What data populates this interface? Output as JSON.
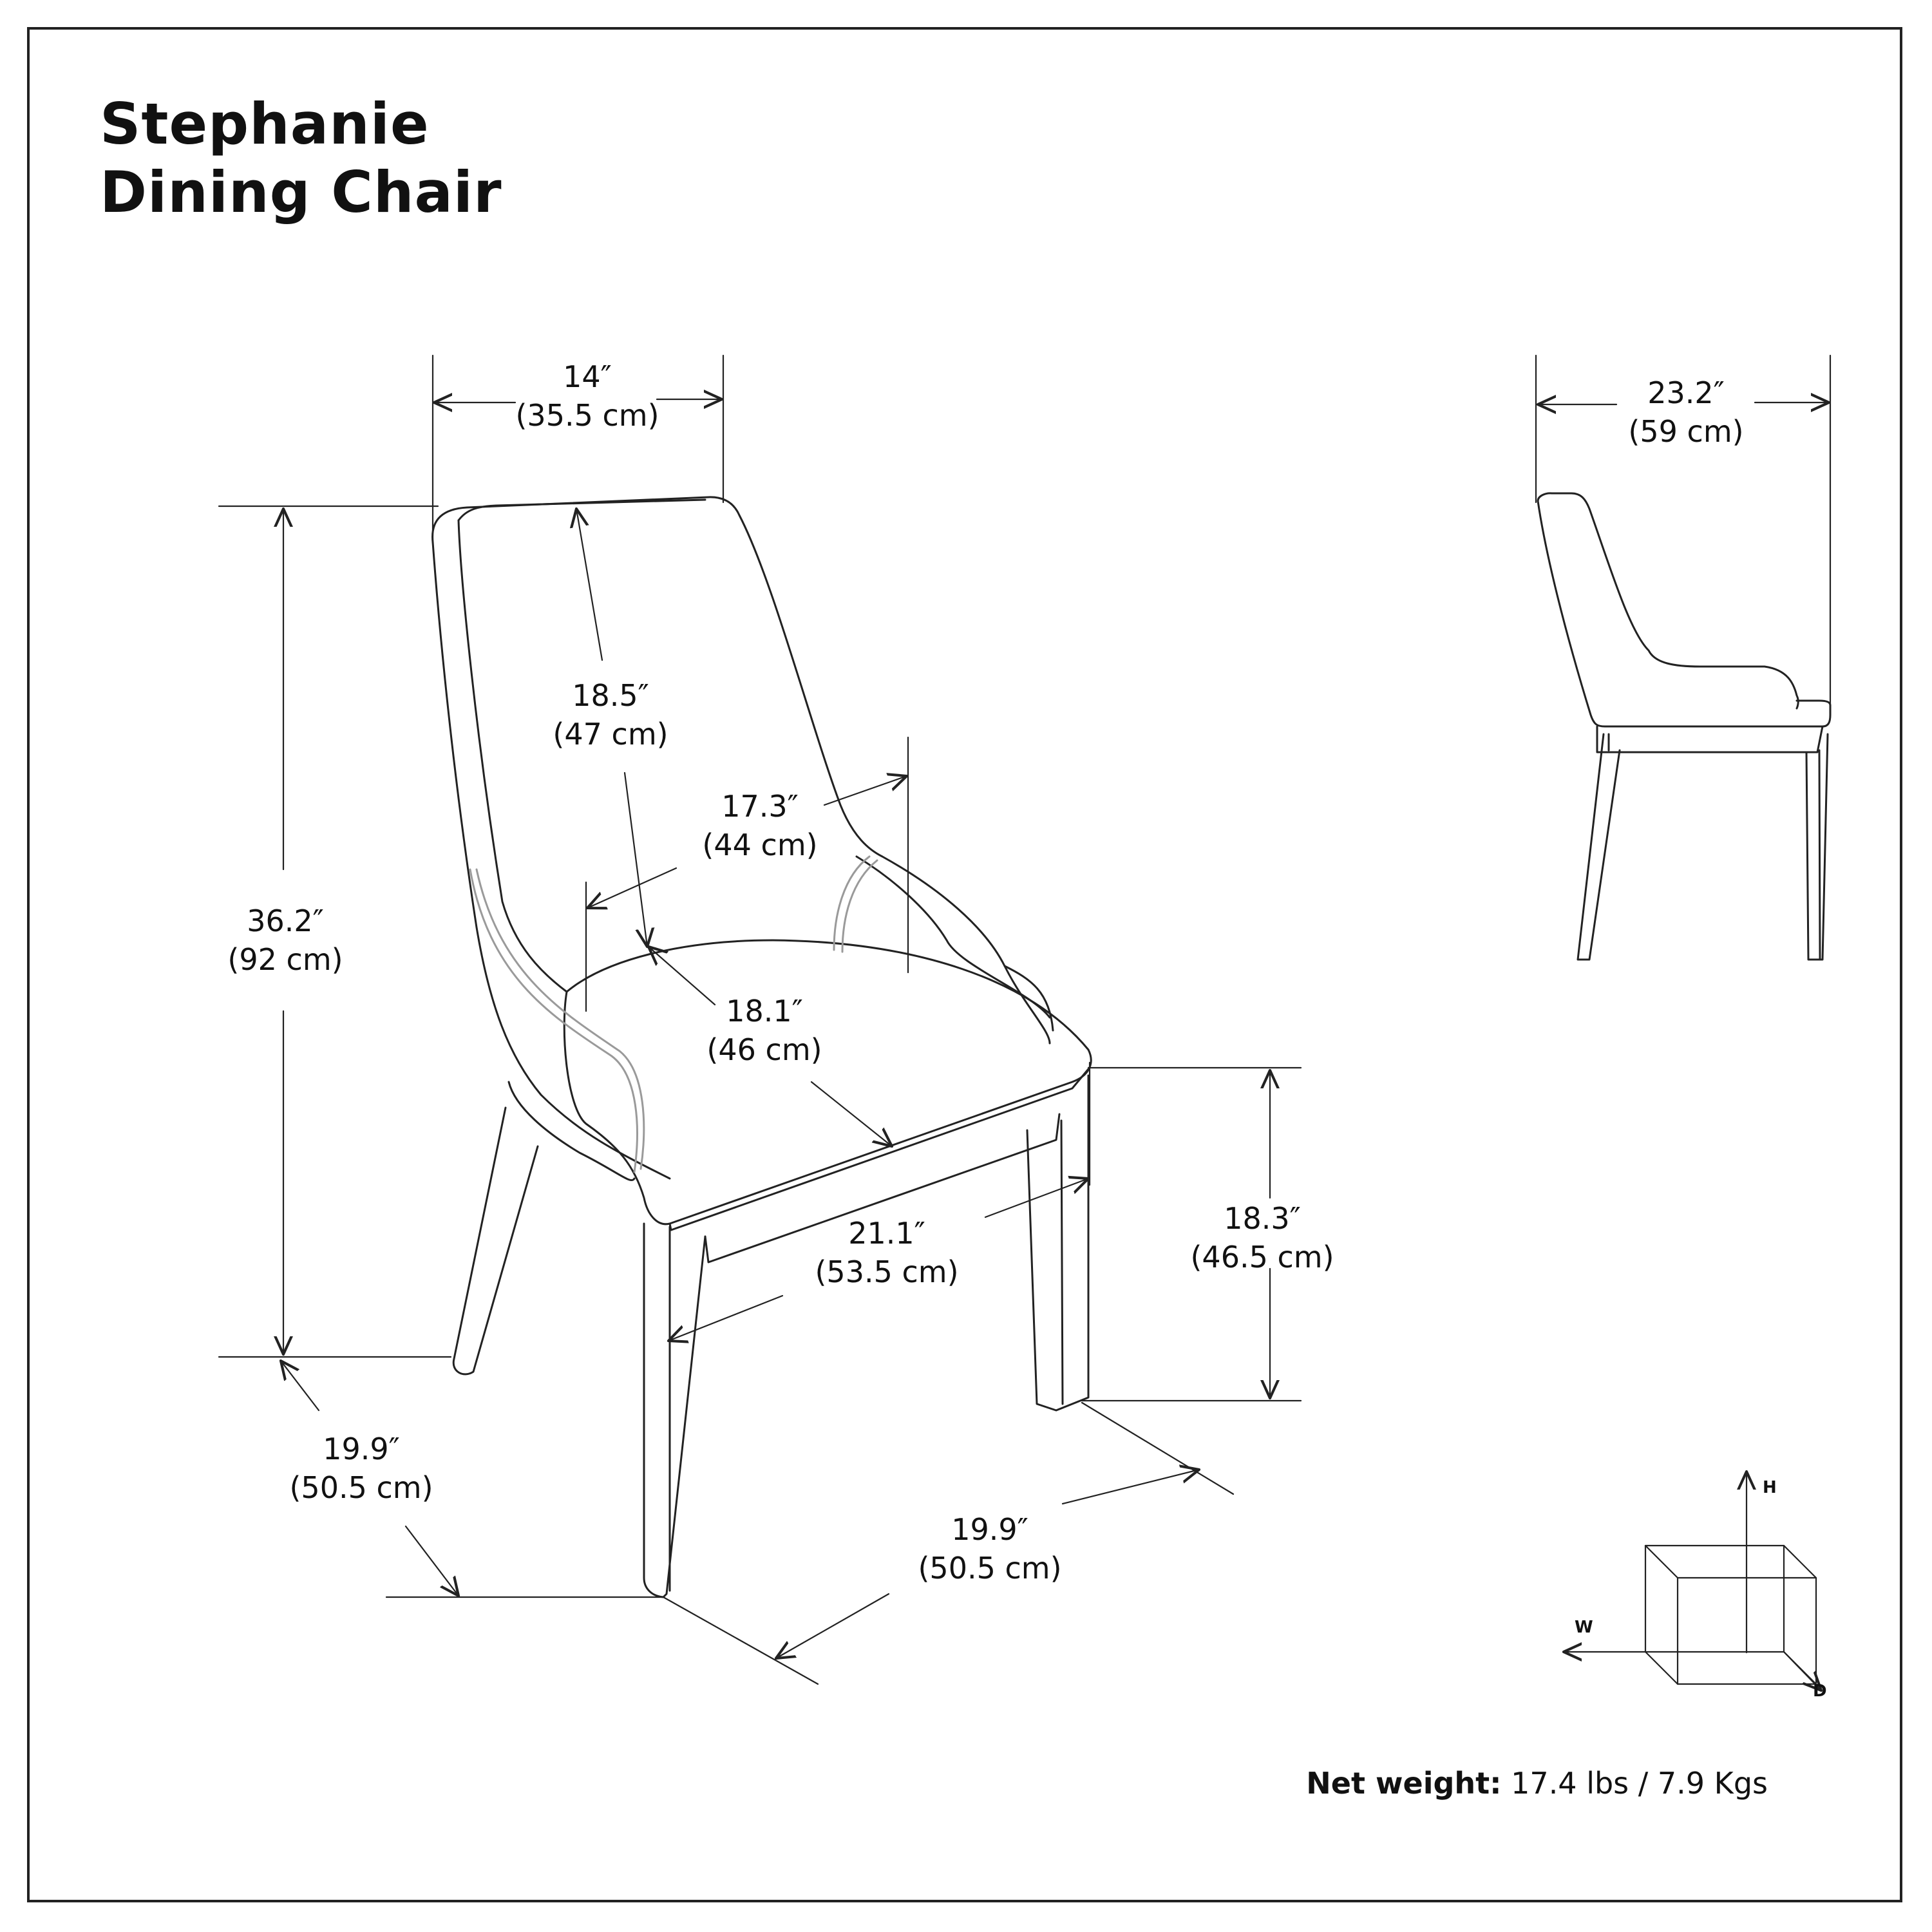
{
  "title": {
    "line1": "Stephanie",
    "line2": "Dining Chair"
  },
  "dimensions": {
    "back_width": {
      "in": "14″",
      "cm": "(35.5 cm)"
    },
    "side_depth": {
      "in": "23.2″",
      "cm": "(59 cm)"
    },
    "back_height": {
      "in": "18.5″",
      "cm": "(47 cm)"
    },
    "seat_width_inner": {
      "in": "17.3″",
      "cm": "(44 cm)"
    },
    "overall_height": {
      "in": "36.2″",
      "cm": "(92 cm)"
    },
    "seat_depth": {
      "in": "18.1″",
      "cm": "(46 cm)"
    },
    "seat_width": {
      "in": "21.1″",
      "cm": "(53.5 cm)"
    },
    "seat_height": {
      "in": "18.3″",
      "cm": "(46.5 cm)"
    },
    "base_depth": {
      "in": "19.9″",
      "cm": "(50.5 cm)"
    },
    "base_width": {
      "in": "19.9″",
      "cm": "(50.5 cm)"
    }
  },
  "axes": {
    "h": "H",
    "w": "W",
    "d": "D"
  },
  "weight": {
    "label": "Net weight:",
    "value": "17.4 lbs / 7.9 Kgs"
  },
  "colors": {
    "line": "#222222",
    "accent_stitch": "#9a9a9a"
  }
}
